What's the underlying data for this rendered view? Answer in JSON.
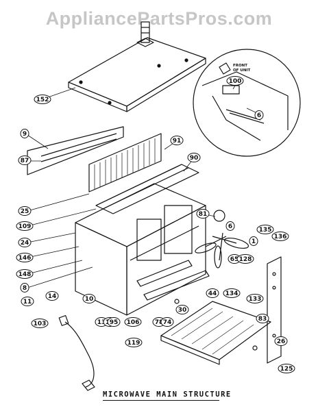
{
  "watermark": "AppliancePartsPros.com",
  "caption": "MICROWAVE MAIN STRUCTURE",
  "inset_note": [
    "FRONT",
    "OF UNIT"
  ],
  "footer_left": "",
  "footer_right": "",
  "callouts": [
    "152",
    "100",
    "6",
    "9",
    "87",
    "91",
    "90",
    "25",
    "109",
    "81",
    "6",
    "24",
    "146",
    "148",
    "1",
    "135",
    "136",
    "65",
    "128",
    "8",
    "11",
    "14",
    "10",
    "13",
    "12",
    "95",
    "106",
    "78",
    "74",
    "30",
    "44",
    "134",
    "133",
    "83",
    "103",
    "119",
    "26",
    "125"
  ]
}
